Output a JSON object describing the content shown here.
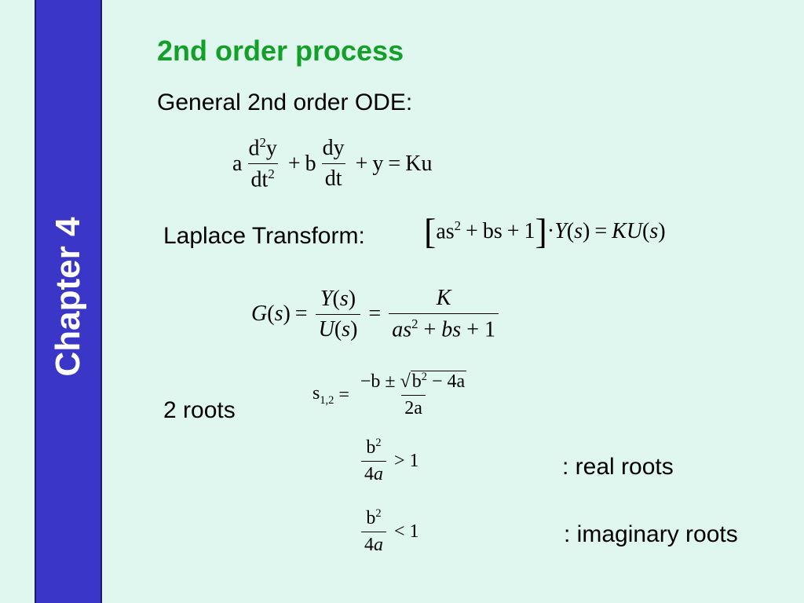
{
  "sidebar": {
    "label": "Chapter 4"
  },
  "title": "2nd order process",
  "ode_heading": "General 2nd order ODE:",
  "laplace_label": "Laplace Transform:",
  "roots_label": "2 roots",
  "real_roots_label": ": real roots",
  "imag_roots_label": ": imaginary roots",
  "colors": {
    "background": "#e0f7ef",
    "sidebar": "#3a37c8",
    "title": "#14a028"
  }
}
